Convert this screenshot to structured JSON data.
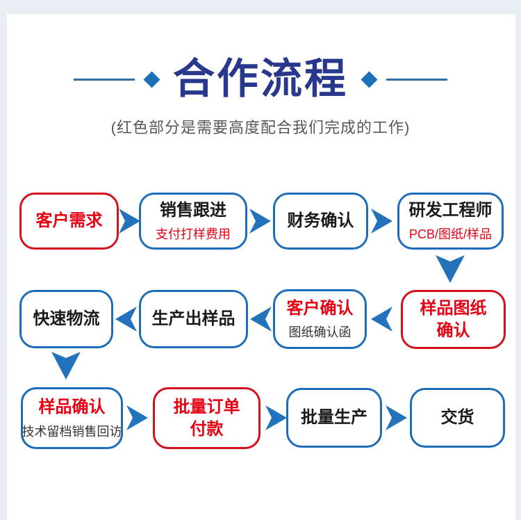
{
  "header": {
    "title": "合作流程",
    "subtitle": "(红色部分是需要高度配合我们完成的工作)"
  },
  "legend_meaning": "红色部分 = 需要客户高度配合完成的环节",
  "colors": {
    "title_navy": "#29378c",
    "accent_blue_border": "#1c6cb8",
    "arrow_blue": "#2273bb",
    "decor_line_blue": "#2f6f9f",
    "decor_diamond_blue": "#1a71b8",
    "highlight_red": "#e60012",
    "red_border": "#d3111d",
    "frame_background": "#e9edf4",
    "panel_background": "#ffffff"
  },
  "nodes": [
    {
      "title": "客户需求",
      "subtitle": "",
      "highlight": true
    },
    {
      "title": "销售跟进",
      "subtitle": "支付打样费用",
      "highlight": false
    },
    {
      "title": "财务确认",
      "subtitle": "",
      "highlight": false
    },
    {
      "title": "研发工程师",
      "subtitle": "PCB/图纸/样品",
      "highlight": false
    },
    {
      "title": "样品图纸\n确认",
      "subtitle": "",
      "highlight": true
    },
    {
      "title": "客户确认",
      "subtitle": "图纸确认函",
      "highlight": false
    },
    {
      "title": "生产出样品",
      "subtitle": "",
      "highlight": false
    },
    {
      "title": "快速物流",
      "subtitle": "",
      "highlight": false
    },
    {
      "title": "样品确认",
      "subtitle": "技术留档销售回访",
      "highlight": false
    },
    {
      "title": "批量订单\n付款",
      "subtitle": "",
      "highlight": true
    },
    {
      "title": "批量生产",
      "subtitle": "",
      "highlight": false
    },
    {
      "title": "交货",
      "subtitle": "",
      "highlight": false
    }
  ],
  "flow_order": [
    "客户需求",
    "销售跟进",
    "财务确认",
    "研发工程师",
    "样品图纸确认",
    "客户确认",
    "生产出样品",
    "快速物流",
    "样品确认",
    "批量订单付款",
    "批量生产",
    "交货"
  ]
}
